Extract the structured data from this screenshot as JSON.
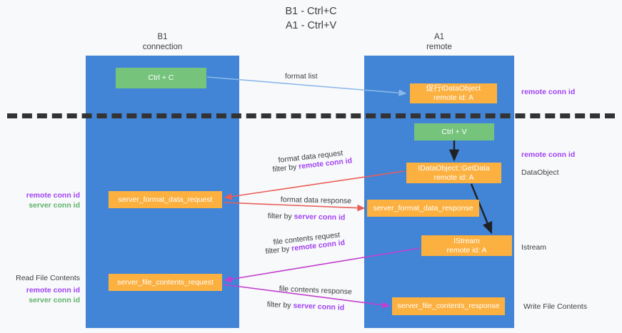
{
  "title": "B1 - Ctrl+C\nA1 - Ctrl+V",
  "colors": {
    "lane": "#4285d6",
    "node_green": "#76c47c",
    "node_orange": "#fbb040",
    "accent_purple": "#a142f4",
    "accent_green": "#5fb36a",
    "arrow_blue": "#8ab9e8",
    "arrow_red": "#ea5d57",
    "arrow_magenta": "#c23fd0",
    "arrow_black": "#202124",
    "background": "#f8f9fa",
    "separator": "#333333"
  },
  "columns": {
    "left": {
      "name": "B1",
      "role": "connection",
      "header": "B1\nconnection"
    },
    "right": {
      "name": "A1",
      "role": "remote",
      "header": "A1\nremote"
    }
  },
  "nodes": {
    "ctrl_c": {
      "label": "Ctrl + C",
      "kind": "green"
    },
    "ctrl_v": {
      "label": "Ctrl + V",
      "kind": "green"
    },
    "idataobject": {
      "label": "促行IDataObject\nremote id: A",
      "kind": "orange"
    },
    "getdata": {
      "label": "IDataObject::GetData\nremote id: A",
      "kind": "orange"
    },
    "format_data_request": {
      "label": "server_format_data_request",
      "kind": "orange"
    },
    "format_data_response": {
      "label": "server_format_data_response",
      "kind": "orange"
    },
    "istream": {
      "label": "IStream\nremote id: A",
      "kind": "orange"
    },
    "file_contents_request": {
      "label": "server_file_contents_request",
      "kind": "orange"
    },
    "file_contents_response": {
      "label": "server_file_contents_response",
      "kind": "orange"
    }
  },
  "edge_labels": {
    "format_list": "format list",
    "format_data_request_line1": "format data request",
    "format_data_request_filter_prefix": "filter by ",
    "format_data_request_filter_key": "remote conn id",
    "format_data_response_line1": "format data response",
    "format_data_response_filter_prefix": "filter by ",
    "format_data_response_filter_key": "server conn id",
    "file_contents_request_line1": "file contents request",
    "file_contents_request_filter_prefix": "filter by ",
    "file_contents_request_filter_key": "remote conn id",
    "file_contents_response_line1": "file contents response",
    "file_contents_response_filter_prefix": "filter by ",
    "file_contents_response_filter_key": "server conn id"
  },
  "annotations": {
    "right": [
      {
        "text": "remote conn id",
        "style": "purple"
      },
      {
        "text": "remote conn id",
        "style": "purple"
      },
      {
        "text": "DataObject",
        "style": "plain"
      },
      {
        "text": "Istream",
        "style": "plain"
      },
      {
        "text": "Write File Contents",
        "style": "plain"
      }
    ],
    "left": {
      "remote_conn_id": "remote conn id",
      "server_conn_id": "server conn id",
      "read_file_contents": "Read File Contents"
    }
  }
}
